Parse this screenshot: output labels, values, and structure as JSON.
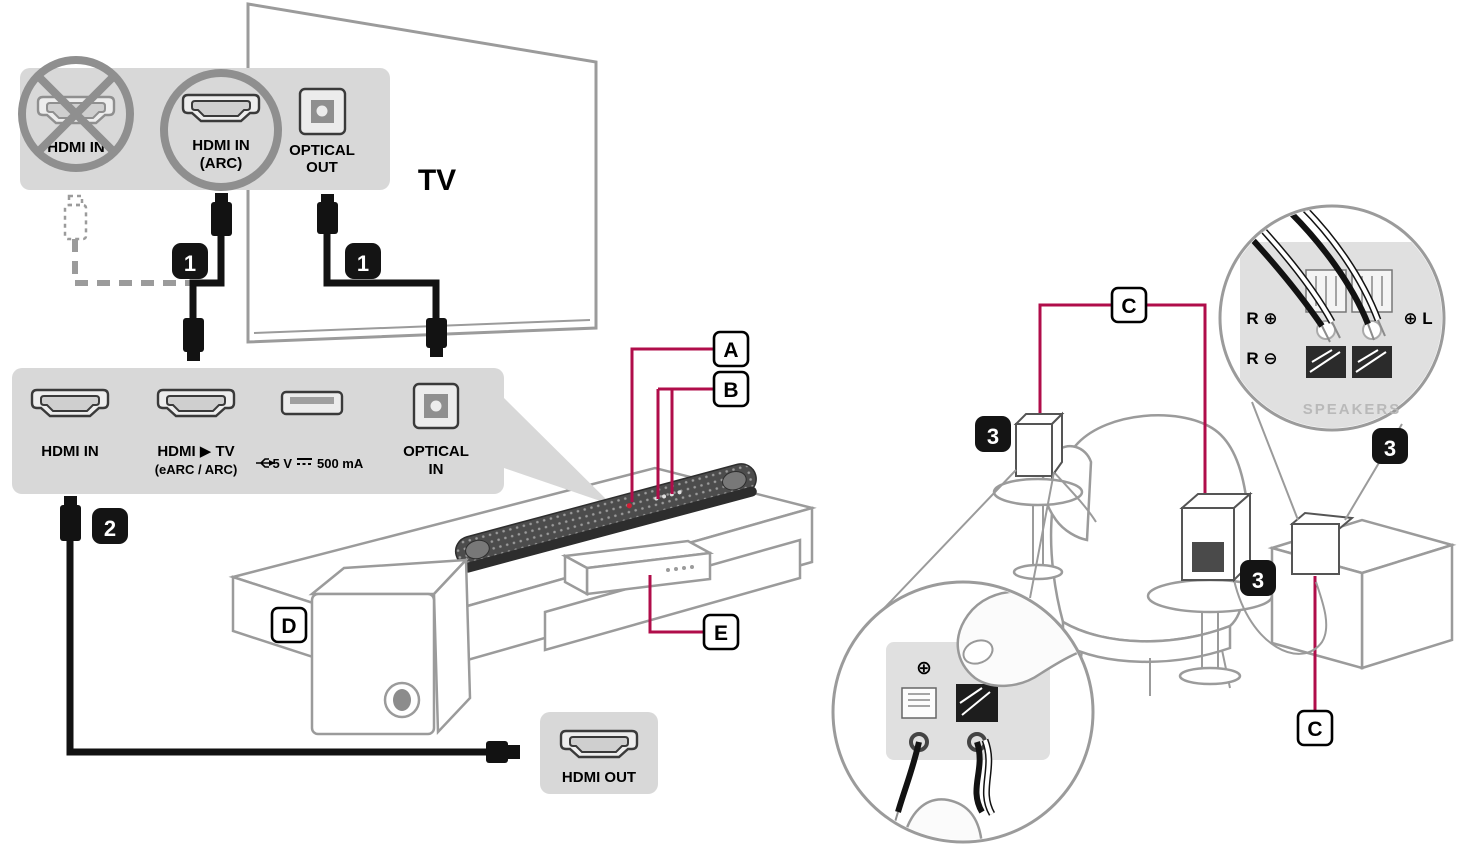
{
  "colors": {
    "accent_crimson": "#b00d4a",
    "panel_gray": "#d8d8d8",
    "outline_gray": "#9b9b9b",
    "badge_black": "#141414"
  },
  "steps": {
    "one": "1",
    "two": "2",
    "three": "3"
  },
  "callouts": {
    "a": "A",
    "b": "B",
    "c": "C",
    "d": "D",
    "e": "E"
  },
  "tv": {
    "title": "TV",
    "hdmi_in_label": "HDMI IN",
    "hdmi_arc_line1": "HDMI IN",
    "hdmi_arc_line2": "(ARC)",
    "optical_out_line1": "OPTICAL",
    "optical_out_line2": "OUT"
  },
  "soundbar_panel": {
    "hdmi_in_label": "HDMI IN",
    "hdmi_tv_line1": "HDMI ▶ TV",
    "hdmi_tv_line2": "(eARC / ARC)",
    "usb_voltage": "5 V",
    "usb_current": "500 mA",
    "optical_in_line1": "OPTICAL",
    "optical_in_line2": "IN"
  },
  "hdmi_out_panel": {
    "label": "HDMI OUT"
  },
  "speaker_terminal": {
    "right_plus": "R ⊕",
    "right_minus": "R ⊖",
    "left_plus": "⊕ L",
    "speakers": "SPEAKERS"
  },
  "wire_terminal": {
    "plus": "⊕"
  }
}
